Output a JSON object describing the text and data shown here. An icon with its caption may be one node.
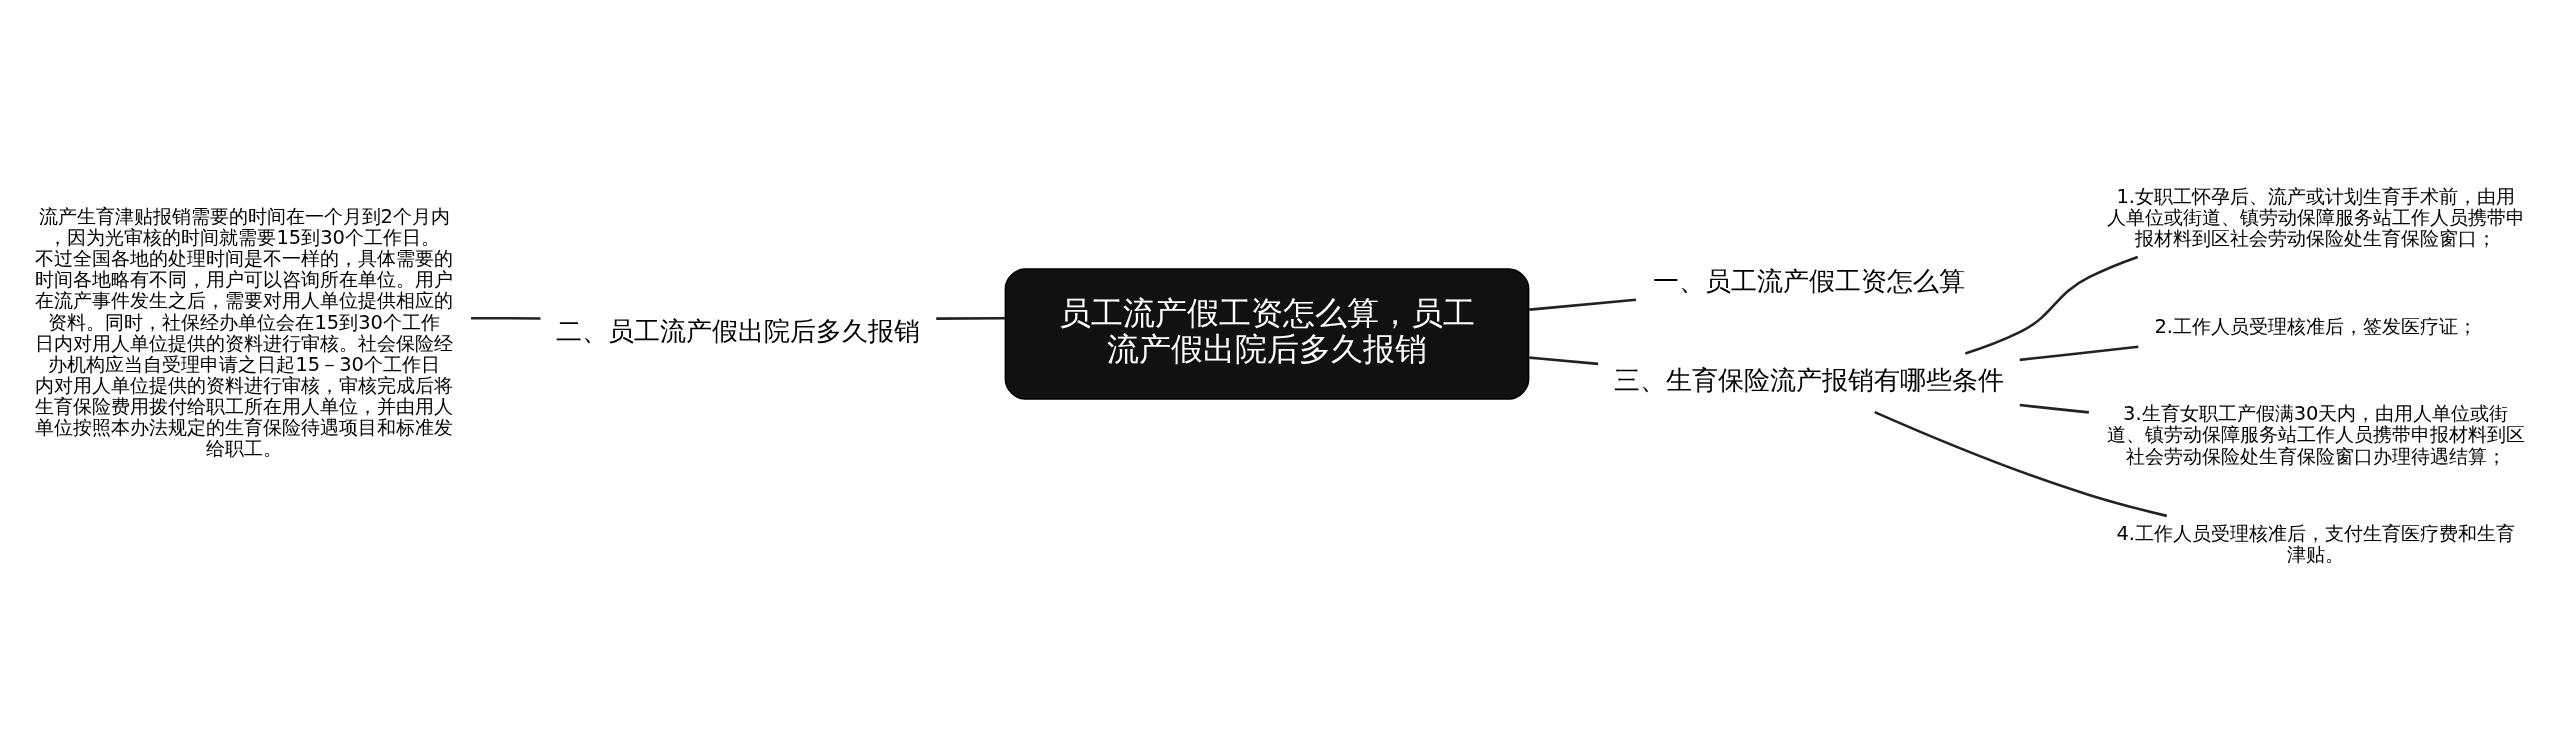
{
  "diagram": {
    "nodes": [
      {
        "text": [
          "员工流产假工资怎么算，员工流产假出院后多久报销"
        ]
      },
      {
        "text": [
          "一、员工流产假工资怎么算"
        ]
      },
      {
        "text": [
          "二、员工流产假出院后多久报销"
        ]
      },
      {
        "text": [
          "流产生育津贴报销需要的时间在一个月到2个月内，因为光审核的时间就需要15到30个工作日。不过全国各地的处理时间是不一样的，具体需要的时间各地略有不同，用户可以咨询所在单位。用户在流产事件发生之后，需要对用人单位提供相应的资料。同时，社保经办单位会在15到30个工作日内对用人单位提供的资料进行审核。社会保险经办机构应当自受理申请之日起15－30个工作日内对用人单位提供的资料进行审核，审核完成后将生育保险费用拨付给职工所在用人单位，并由用人单位按照本办法规定的生育保险待遇项目和标准发给职工。"
        ]
      },
      {
        "text": [
          "三、生育保险流产报销有哪些条件"
        ]
      },
      {
        "text": [
          "1.女职工怀孕后、流产或计划生育手术前，由用人单位或街道、镇劳动保障服务站工作人员携带申报材料到区社会劳动保险处生育保险窗口；"
        ]
      },
      {
        "text": [
          "2.工作人员受理核准后，签发医疗证；"
        ]
      },
      {
        "text": [
          "3.生育女职工产假满30天内，由用人单位或街道、镇劳动保障服务站工作人员携带申报材料到区社会劳动保险处生育保险窗口办理待遇结算；"
        ]
      },
      {
        "text": [
          "4.工作人员受理核准后，支付生育医疗费和生育津贴。"
        ]
      }
    ],
    "edges": [
      {
        "from": 0,
        "to": 1,
        "arrow": "none"
      },
      {
        "from": 0,
        "to": 2,
        "arrow": "none"
      },
      {
        "from": 2,
        "to": 3,
        "arrow": "none"
      },
      {
        "from": 0,
        "to": 4,
        "arrow": "none"
      },
      {
        "from": 4,
        "to": 5,
        "arrow": "none"
      },
      {
        "from": 4,
        "to": 6,
        "arrow": "none"
      },
      {
        "from": 4,
        "to": 7,
        "arrow": "none"
      },
      {
        "from": 4,
        "to": 8,
        "arrow": "none"
      }
    ]
  }
}
